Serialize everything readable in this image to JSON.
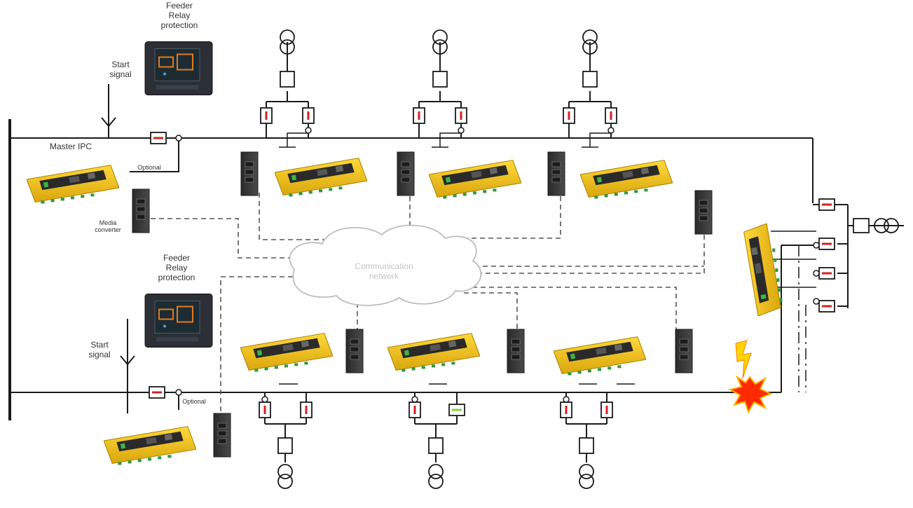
{
  "labels": {
    "feeder_relay_top": "Feeder\nRelay\nprotection",
    "start_signal_top": "Start\nsignal",
    "master_ipc": "Master IPC",
    "optional_top": "Optional",
    "media_converter": "Media\nconverter",
    "communication_network": "Communication\nnetwork",
    "feeder_relay_bottom": "Feeder\nRelay\nprotection",
    "start_signal_bottom": "Start\nsignal",
    "optional_bottom": "Optional"
  },
  "colors": {
    "line": "#1a1a1a",
    "dashed": "#555555",
    "ipc_body": "#f2c418",
    "ipc_dark": "#2a2a2a",
    "switch_body": "#3a3a3a",
    "relay_panel": "#2c2f36",
    "relay_screen_accent": "#e07b1f",
    "breaker_mark": "#d42020",
    "breaker_mark_alt": "#7fcf3a",
    "fault": "#ff2a00",
    "cloud_stroke": "#bbbbbb"
  },
  "icons": {
    "fault": "lightning-fault-icon",
    "transformer": "transformer-icon",
    "switch": "network-switch-icon"
  }
}
